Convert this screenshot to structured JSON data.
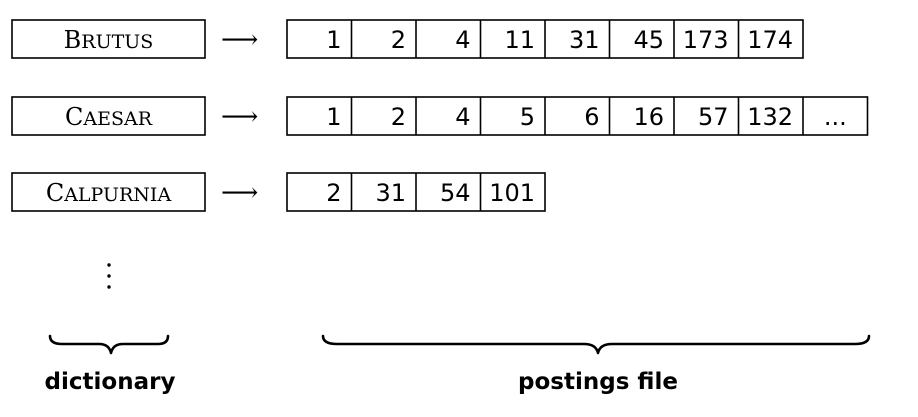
{
  "dictionary": {
    "terms": [
      {
        "name": "Brutus",
        "first": "B",
        "rest": "RUTUS"
      },
      {
        "name": "Caesar",
        "first": "C",
        "rest": "AESAR"
      },
      {
        "name": "Calpurnia",
        "first": "C",
        "rest": "ALPURNIA"
      }
    ],
    "label": "dictionary"
  },
  "arrow_symbol": "⟶",
  "postings": [
    [
      "1",
      "2",
      "4",
      "11",
      "31",
      "45",
      "173",
      "174"
    ],
    [
      "1",
      "2",
      "4",
      "5",
      "6",
      "16",
      "57",
      "132",
      "..."
    ],
    [
      "2",
      "31",
      "54",
      "101"
    ]
  ],
  "postings_label": "postings file"
}
